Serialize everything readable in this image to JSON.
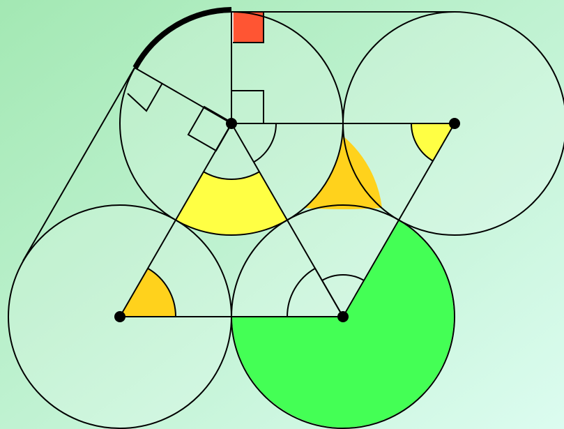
{
  "colors": {
    "background_from": "#a3e8b3",
    "background_to": "#dcfcf0",
    "circle_stroke": "#000000",
    "circle_fill": "#ffffff",
    "triangle_angle": "#ffff44",
    "corner_angle": "#ffd21c",
    "reflex_sector": "#44ff55",
    "cusp_region": "#ffd21c",
    "right_angle_marker": "#ff5533",
    "arc_highlight": "#000000"
  },
  "figure": {
    "circles": 4,
    "centers": 4,
    "right_angle_markers": 4,
    "shaded_angles": 5
  }
}
